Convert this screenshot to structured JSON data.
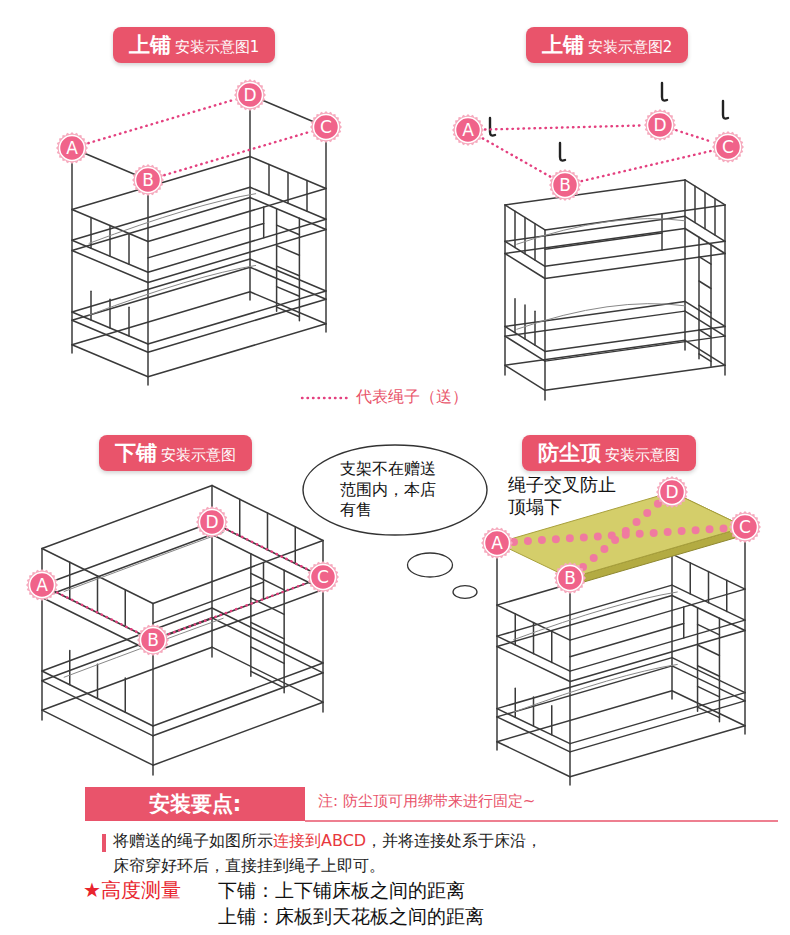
{
  "diagram": {
    "nodes": [
      {
        "text": [
          "上铺",
          "安装示意图1"
        ]
      },
      {
        "text": [
          "A"
        ]
      },
      {
        "text": [
          "D"
        ]
      },
      {
        "text": [
          "C"
        ]
      },
      {
        "text": [
          "B"
        ]
      },
      {
        "text": [
          "上铺",
          "安装示意图2"
        ]
      },
      {
        "text": [
          "A"
        ]
      },
      {
        "text": [
          "D"
        ]
      },
      {
        "text": [
          "C"
        ]
      },
      {
        "text": [
          "B"
        ]
      },
      {
        "text": [
          "下铺",
          "安装示意图"
        ]
      },
      {
        "text": [
          "A"
        ]
      },
      {
        "text": [
          "D"
        ]
      },
      {
        "text": [
          "C"
        ]
      },
      {
        "text": [
          "B"
        ]
      },
      {
        "text": [
          "支架不在赠送范围内，本店有售"
        ]
      },
      {
        "text": [
          "防尘顶",
          "安装示意图"
        ]
      },
      {
        "text": [
          "A"
        ]
      },
      {
        "text": [
          "D"
        ]
      },
      {
        "text": [
          "C"
        ]
      },
      {
        "text": [
          "B"
        ]
      },
      {
        "text": [
          "安装要点:"
        ]
      }
    ],
    "edges": [
      {
        "from": 1,
        "to": 2,
        "arrow": "none"
      },
      {
        "from": 4,
        "to": 3,
        "arrow": "none"
      },
      {
        "from": 6,
        "to": 7,
        "arrow": "none"
      },
      {
        "from": 7,
        "to": 8,
        "arrow": "none"
      },
      {
        "from": 6,
        "to": 9,
        "arrow": "none"
      },
      {
        "from": 9,
        "to": 8,
        "arrow": "none"
      },
      {
        "from": 11,
        "to": 14,
        "arrow": "none"
      },
      {
        "from": 14,
        "to": 13,
        "arrow": "none"
      },
      {
        "from": 12,
        "to": 13,
        "arrow": "none"
      },
      {
        "from": 17,
        "to": 19,
        "arrow": "none"
      },
      {
        "from": 20,
        "to": 18,
        "arrow": "none"
      }
    ],
    "labels": [
      "绳子交叉防止顶塌下",
      "注: 防尘顶可用绑带来进行固定~",
      "将赠送的绳子如图所示",
      "连接到ABCD",
      "，并将连接处系于床沿，",
      "床帘穿好环后，直接挂到绳子上即可。",
      "★高度测量",
      "下铺：上下铺床板之间的距离",
      "上铺：床板到天花板之间的距离"
    ],
    "legend": [
      {
        "text": "代表绳子（送）"
      }
    ]
  }
}
